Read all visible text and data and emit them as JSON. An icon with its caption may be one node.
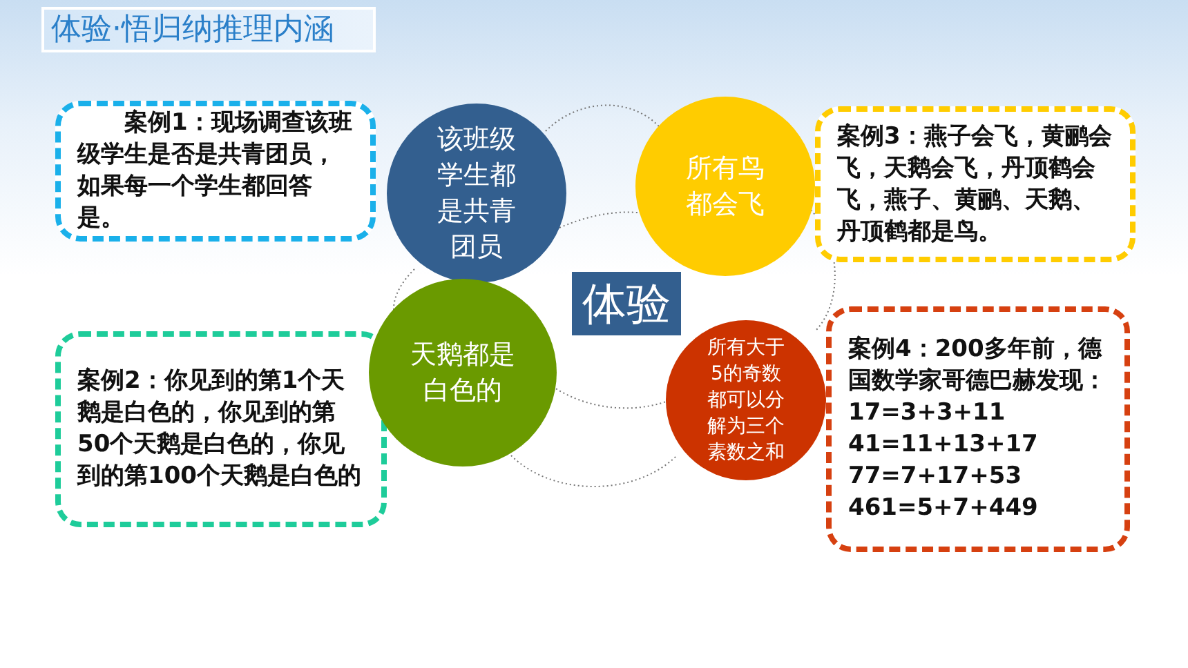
{
  "diagram": {
    "title": "体验·悟归纳推理内涵",
    "nodes": [
      {
        "text": [
          "案例1：现场调查该班级学生是否是共青团员，如果每一个学生都回答是。"
        ]
      },
      {
        "text": [
          "该班级学生都是共青团员"
        ]
      },
      {
        "text": [
          "所有鸟都会飞"
        ]
      },
      {
        "text": [
          "案例3：燕子会飞，黄鹂会飞，天鹅会飞，丹顶鹤会飞，燕子、黄鹂、天鹅、丹顶鹤都是鸟。"
        ]
      },
      {
        "text": [
          "体验"
        ]
      },
      {
        "text": [
          "案例2：你见到的第1个天鹅是白色的，你见到的第50个天鹅是白色的，你见到的第100个天鹅是白色的"
        ]
      },
      {
        "text": [
          "天鹅都是白色的"
        ]
      },
      {
        "text": [
          "所有大于5的奇数都可以分解为三个素数之和"
        ]
      },
      {
        "text": [
          "案例4：200多年前，德国数学家哥德巴赫发现：",
          "17=3+3+11",
          "41=11+13+17",
          "77=7+17+53",
          "461=5+7+449"
        ]
      }
    ]
  }
}
